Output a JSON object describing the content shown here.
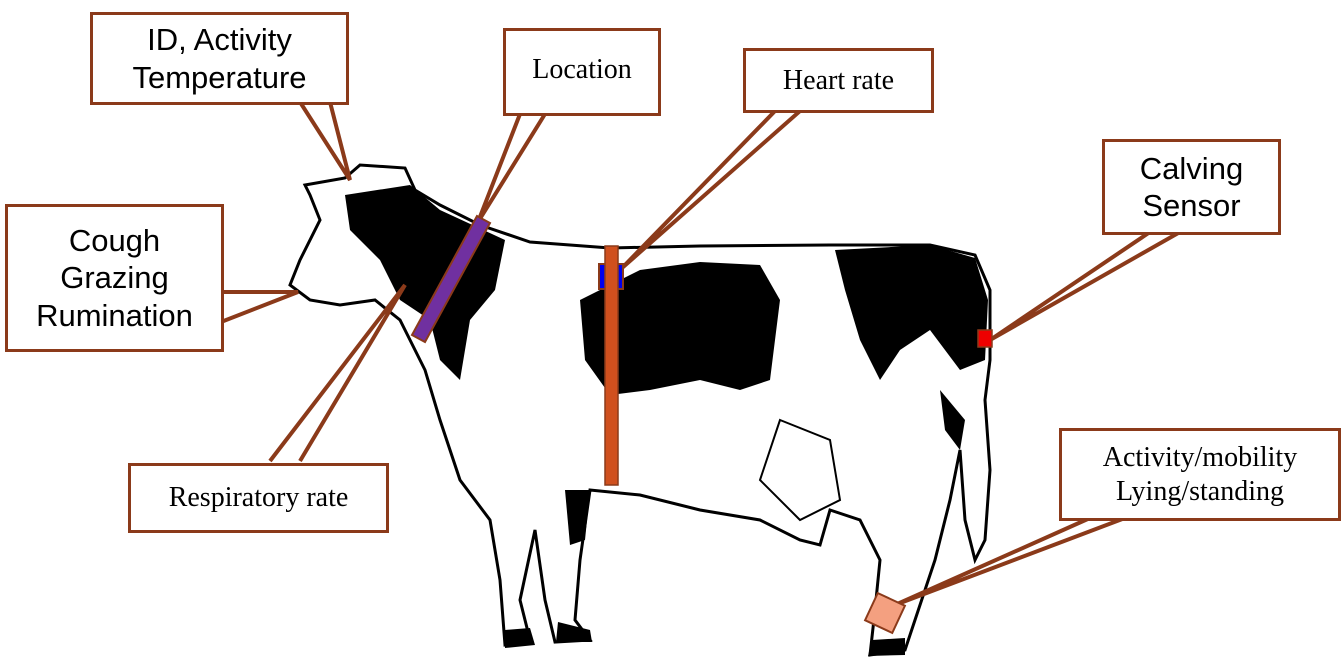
{
  "title": "Cow sensor placement diagram",
  "labels": {
    "id_activity": [
      "ID, Activity",
      "Temperature"
    ],
    "location": "Location",
    "heart_rate": "Heart rate",
    "calving": [
      "Calving",
      "Sensor"
    ],
    "cough": [
      "Cough",
      "Grazing",
      "Rumination"
    ],
    "respiratory": "Respiratory rate",
    "activity_mobility": [
      "Activity/mobility",
      "Lying/standing"
    ]
  },
  "colors": {
    "callout_border": "#8B3A1A",
    "collar": "#7030A0",
    "girth_strap": "#D0501E",
    "heart_sensor": "#0000EE",
    "calving_sensor": "#EE0000",
    "leg_sensor": "#F4A080"
  }
}
